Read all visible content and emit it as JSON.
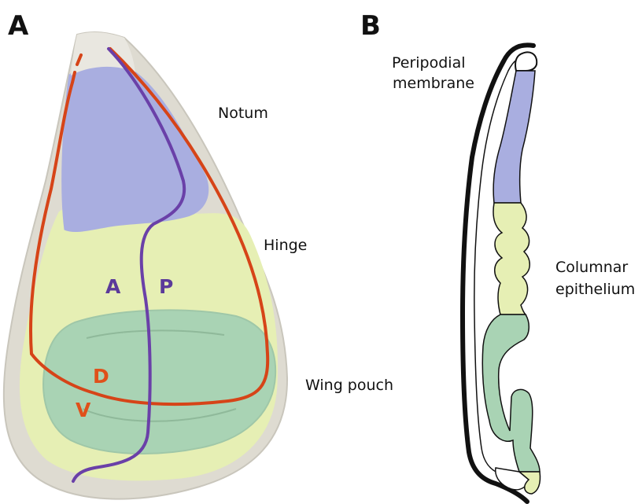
{
  "panels": {
    "a": {
      "letter": "A",
      "labels": {
        "notum": "Notum",
        "hinge": "Hinge",
        "wing_pouch": "Wing pouch"
      },
      "axes": {
        "anterior": "A",
        "posterior": "P",
        "dorsal": "D",
        "ventral": "V"
      }
    },
    "b": {
      "letter": "B",
      "labels": {
        "peripodial_line1": "Peripodial",
        "peripodial_line2": "membrane",
        "columnar_line1": "Columnar",
        "columnar_line2": "epithelium"
      }
    }
  },
  "colors": {
    "notum": "#a9aee0",
    "hinge": "#e6efb4",
    "pouch": "#a9d3b4",
    "tissue_edge": "#dcdcd4",
    "ap_line": "#6a40a8",
    "dv_line": "#d64418",
    "membrane": "#111111"
  }
}
